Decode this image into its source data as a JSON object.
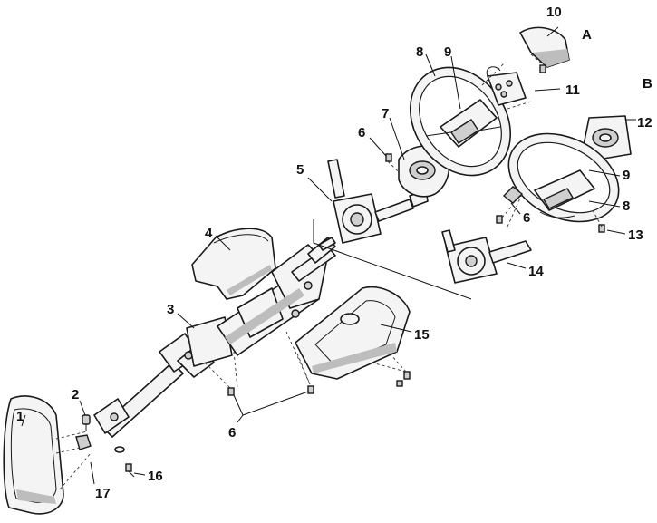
{
  "views": {
    "A": "A",
    "B": "B"
  },
  "callouts": {
    "c1": "1",
    "c2": "2",
    "c3": "3",
    "c4": "4",
    "c5": "5",
    "c6a": "6",
    "c6b": "6",
    "c6c": "6",
    "c7": "7",
    "c8a": "8",
    "c8b": "8",
    "c9a": "9",
    "c9b": "9",
    "c10": "10",
    "c11": "11",
    "c12": "12",
    "c13": "13",
    "c14": "14",
    "c15": "15",
    "c16": "16",
    "c17": "17"
  }
}
